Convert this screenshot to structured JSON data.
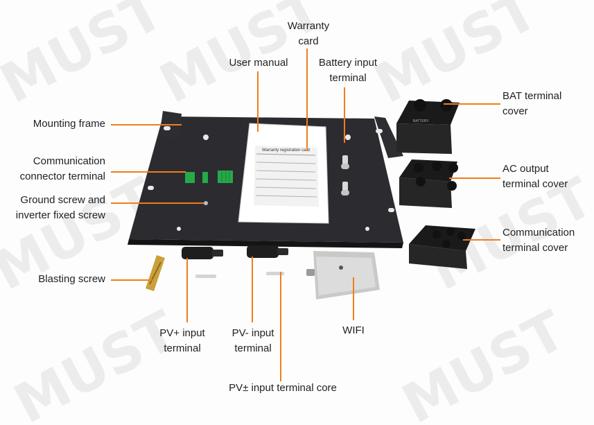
{
  "watermark": "MUST",
  "accent_color": "#f07d1a",
  "warranty_card_title": "Warranty registration card",
  "labels": {
    "warranty_card": [
      "Warranty",
      "card"
    ],
    "user_manual": [
      "User manual"
    ],
    "battery_input_terminal": [
      "Battery input",
      "terminal"
    ],
    "mounting_frame": [
      "Mounting frame"
    ],
    "communication_connector_terminal": [
      "Communication",
      "connector terminal"
    ],
    "ground_screw": [
      "Ground screw and",
      "inverter fixed screw"
    ],
    "blasting_screw": [
      "Blasting screw"
    ],
    "bat_terminal_cover": [
      "BAT terminal",
      "cover"
    ],
    "ac_output_terminal_cover": [
      "AC output",
      "terminal cover"
    ],
    "communication_terminal_cover": [
      "Communication",
      "terminal cover"
    ],
    "pv_plus_input_terminal": [
      "PV+ input",
      "terminal"
    ],
    "pv_minus_input_terminal": [
      "PV- input",
      "terminal"
    ],
    "wifi": [
      "WIFI"
    ],
    "pv_terminal_core": [
      "PV± input terminal core"
    ]
  }
}
